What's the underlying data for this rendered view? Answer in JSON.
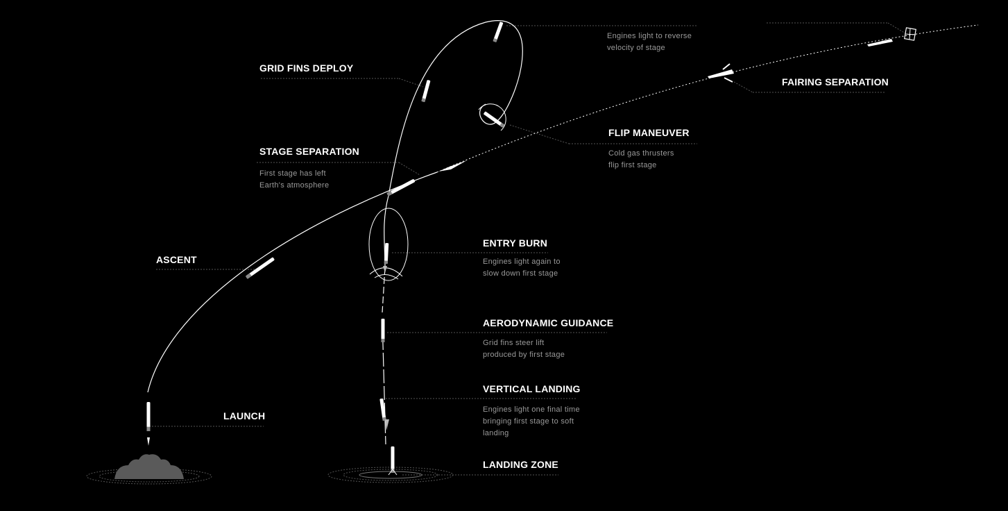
{
  "steps": {
    "launch": {
      "title": "LAUNCH"
    },
    "ascent": {
      "title": "ASCENT"
    },
    "stage_separation": {
      "title": "STAGE SEPARATION",
      "desc": [
        "First stage has left",
        "Earth's atmosphere"
      ]
    },
    "grid_fins_deploy": {
      "title": "GRID FINS DEPLOY"
    },
    "boostback": {
      "desc": [
        "Engines light to reverse",
        "velocity of stage"
      ]
    },
    "flip_maneuver": {
      "title": "FLIP MANEUVER",
      "desc": [
        "Cold gas thrusters",
        "flip first stage"
      ]
    },
    "fairing_separation": {
      "title": "FAIRING SEPARATION"
    },
    "entry_burn": {
      "title": "ENTRY BURN",
      "desc": [
        "Engines light again to",
        "slow down first stage"
      ]
    },
    "aerodynamic_guidance": {
      "title": "AERODYNAMIC GUIDANCE",
      "desc": [
        "Grid fins steer lift",
        "produced by first stage"
      ]
    },
    "vertical_landing": {
      "title": "VERTICAL LANDING",
      "desc": [
        "Engines light one final time",
        "bringing first stage to soft",
        "landing"
      ]
    },
    "landing_zone": {
      "title": "LANDING ZONE"
    }
  },
  "colors": {
    "background": "#000000",
    "line": "#ffffff",
    "leader": "#555555",
    "desc_text": "#9a9a9a",
    "smoke": "#5a5a5a"
  }
}
